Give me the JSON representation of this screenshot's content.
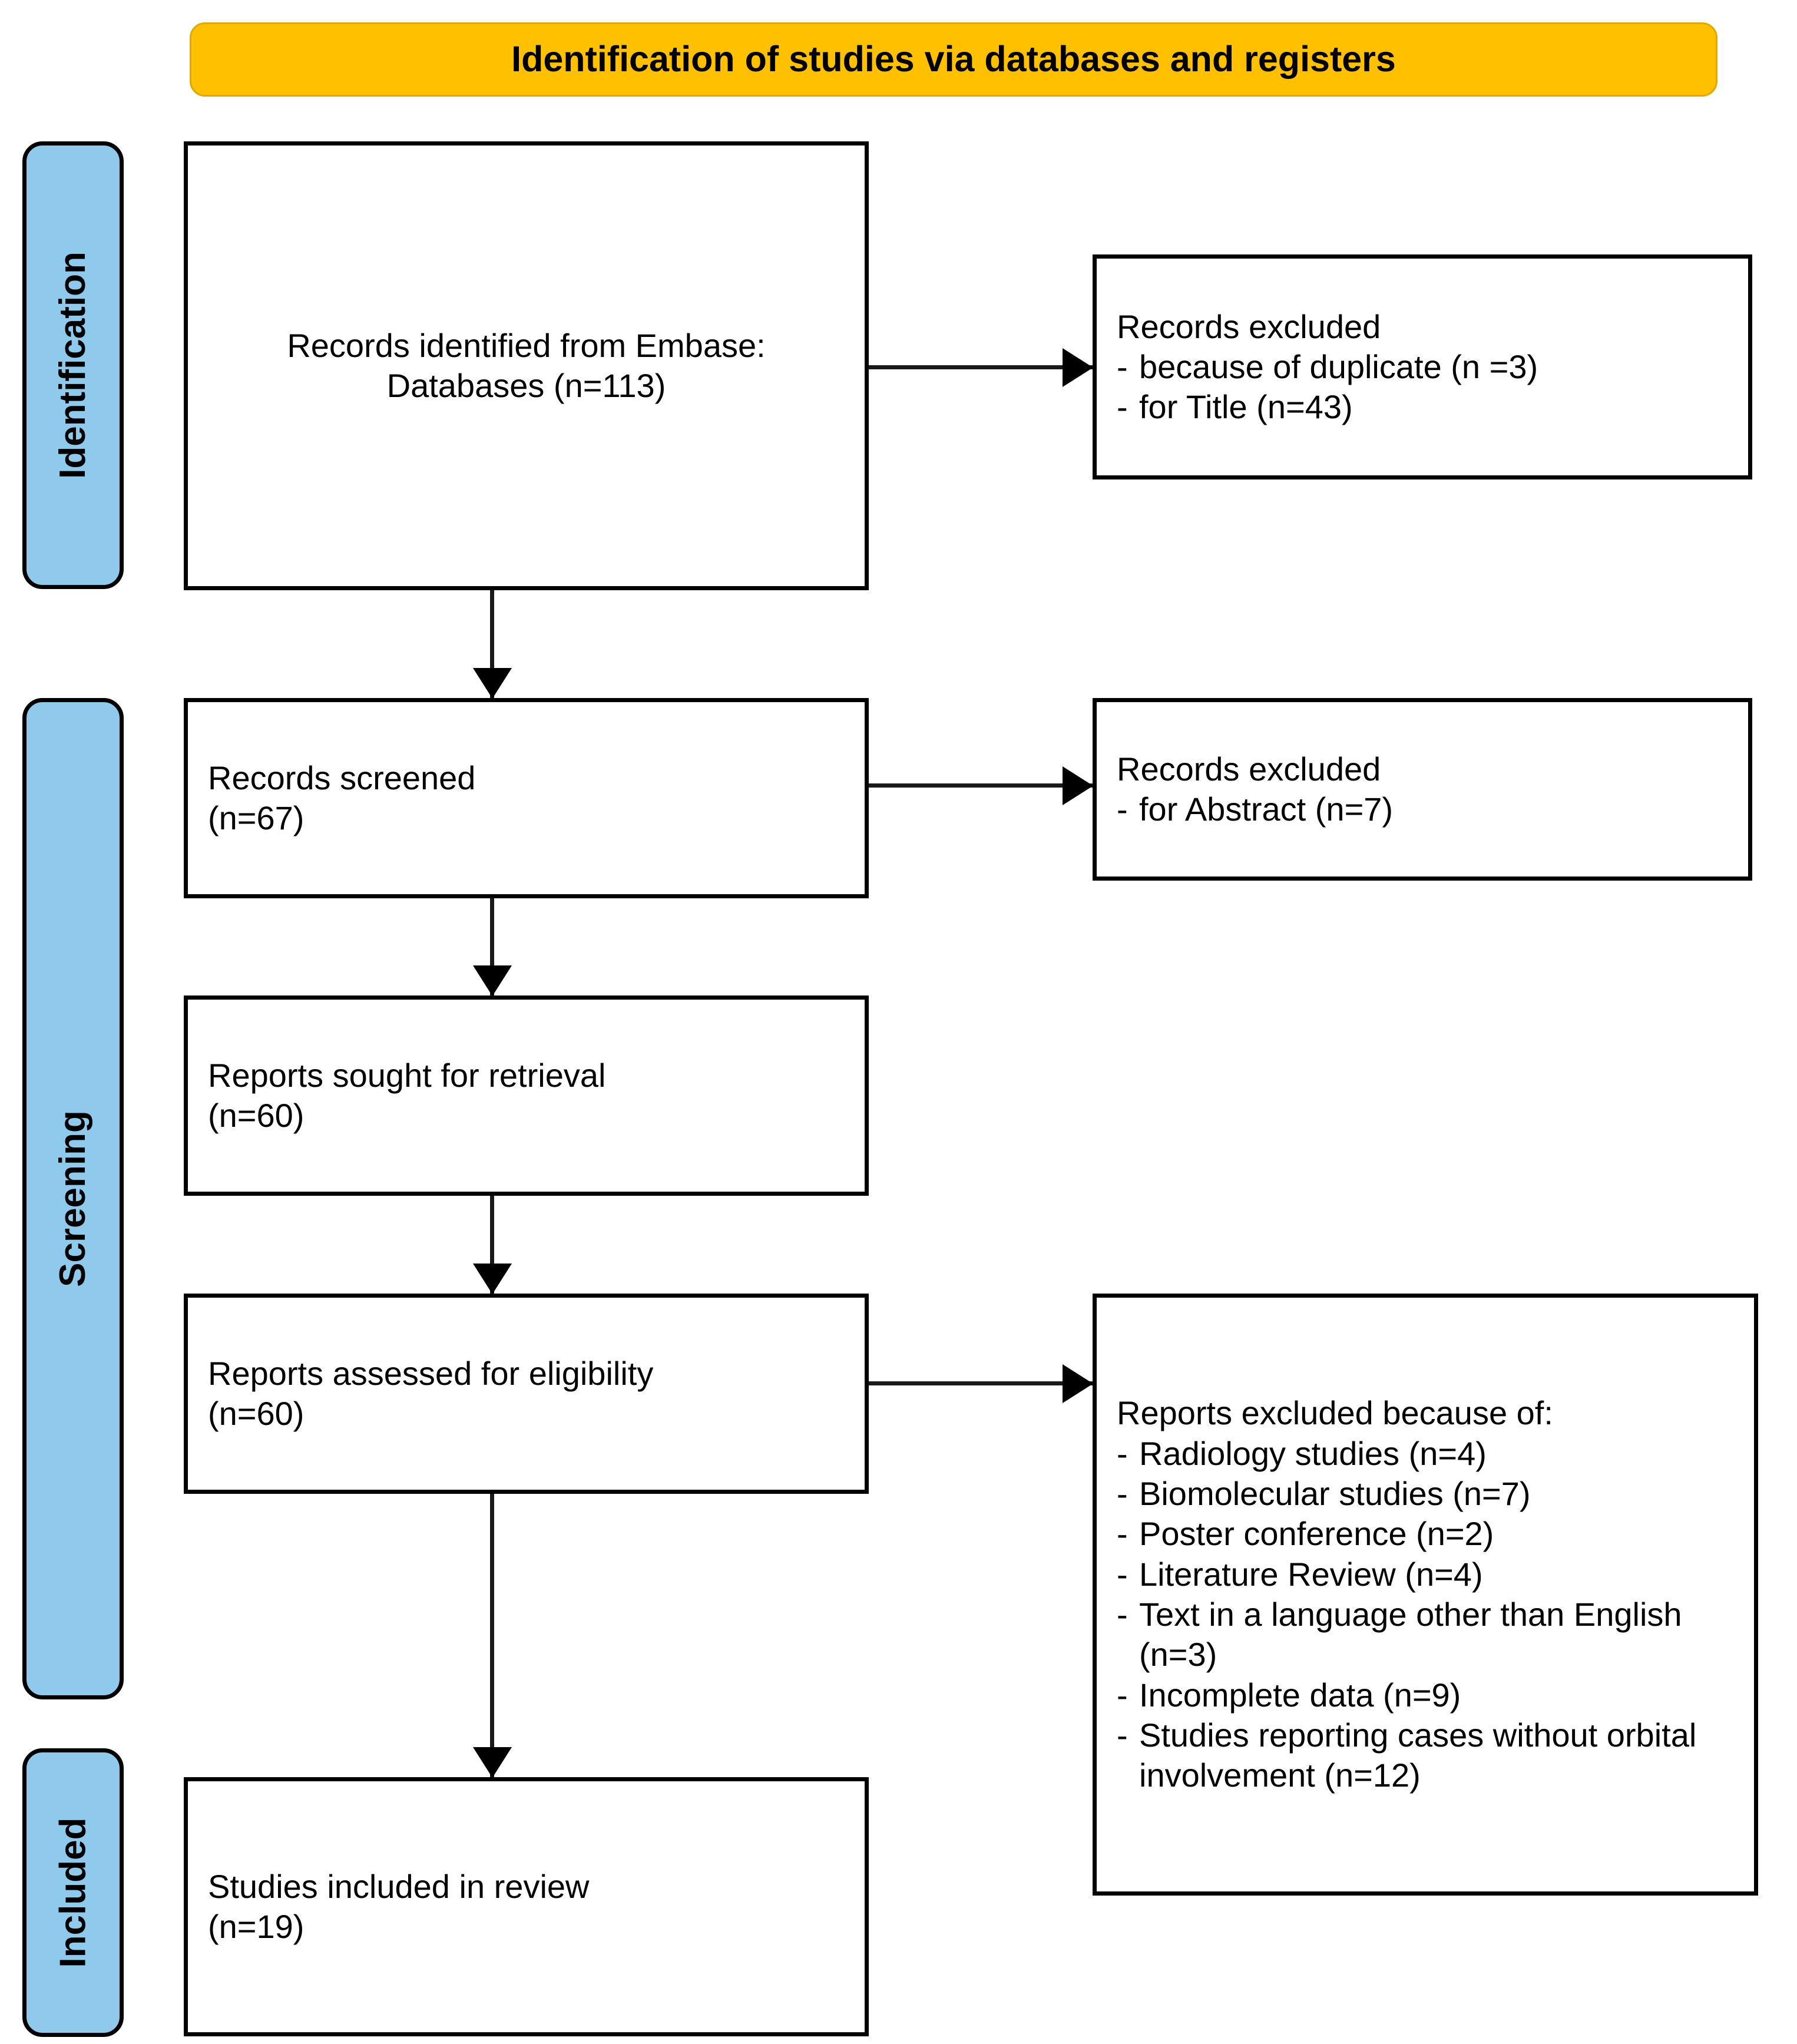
{
  "header": {
    "title": "Identification of studies via databases and registers",
    "banner_color": "#FFC000"
  },
  "stages": {
    "accent_color": "#8FC9EB",
    "items": [
      {
        "id": "identification",
        "label": "Identification"
      },
      {
        "id": "screening",
        "label": "Screening"
      },
      {
        "id": "included",
        "label": "Included"
      }
    ]
  },
  "boxes": {
    "identified": {
      "line1": "Records identified from Embase:",
      "line2": "Databases (n=113)"
    },
    "excluded_1": {
      "heading": "Records excluded",
      "items": [
        {
          "dash": "-",
          "text": "because of duplicate (n =3)"
        },
        {
          "dash": "-",
          "text": "for Title (n=43)"
        }
      ]
    },
    "screened": {
      "line1": "Records screened",
      "line2": "(n=67)"
    },
    "excluded_2": {
      "heading": "Records excluded",
      "items": [
        {
          "dash": "-",
          "text": "for Abstract (n=7)"
        }
      ]
    },
    "sought": {
      "line1": "Reports sought for retrieval",
      "line2": "(n=60)"
    },
    "assessed": {
      "line1": "Reports assessed for eligibility",
      "line2": "(n=60)"
    },
    "excluded_3": {
      "heading": "Reports excluded because of:",
      "items": [
        {
          "dash": "-",
          "text": "Radiology studies (n=4)"
        },
        {
          "dash": "-",
          "text": "Biomolecular studies (n=7)"
        },
        {
          "dash": "-",
          "text": "Poster conference (n=2)"
        },
        {
          "dash": "-",
          "text": "Literature Review (n=4)"
        },
        {
          "dash": "-",
          "text": "Text in a language other than English (n=3)"
        },
        {
          "dash": "-",
          "text": "Incomplete data (n=9)"
        },
        {
          "dash": "-",
          "text": "Studies reporting cases without orbital involvement (n=12)"
        }
      ]
    },
    "included": {
      "line1": "Studies included in review",
      "line2": "(n=19)"
    }
  },
  "chart_data": {
    "type": "diagram",
    "title": "Identification of studies via databases and registers",
    "flow": [
      {
        "stage": "Identification",
        "node": "Records identified from Embase: Databases",
        "n": 113
      },
      {
        "stage": "Identification",
        "node": "Records excluded because of duplicate",
        "n": 3
      },
      {
        "stage": "Identification",
        "node": "Records excluded for Title",
        "n": 43
      },
      {
        "stage": "Screening",
        "node": "Records screened",
        "n": 67
      },
      {
        "stage": "Screening",
        "node": "Records excluded for Abstract",
        "n": 7
      },
      {
        "stage": "Screening",
        "node": "Reports sought for retrieval",
        "n": 60
      },
      {
        "stage": "Screening",
        "node": "Reports assessed for eligibility",
        "n": 60
      },
      {
        "stage": "Screening",
        "node": "Reports excluded: Radiology studies",
        "n": 4
      },
      {
        "stage": "Screening",
        "node": "Reports excluded: Biomolecular studies",
        "n": 7
      },
      {
        "stage": "Screening",
        "node": "Reports excluded: Poster conference",
        "n": 2
      },
      {
        "stage": "Screening",
        "node": "Reports excluded: Literature Review",
        "n": 4
      },
      {
        "stage": "Screening",
        "node": "Reports excluded: Text in a language other than English",
        "n": 3
      },
      {
        "stage": "Screening",
        "node": "Reports excluded: Incomplete data",
        "n": 9
      },
      {
        "stage": "Screening",
        "node": "Reports excluded: Studies reporting cases without orbital involvement",
        "n": 12
      },
      {
        "stage": "Included",
        "node": "Studies included in review",
        "n": 19
      }
    ]
  }
}
